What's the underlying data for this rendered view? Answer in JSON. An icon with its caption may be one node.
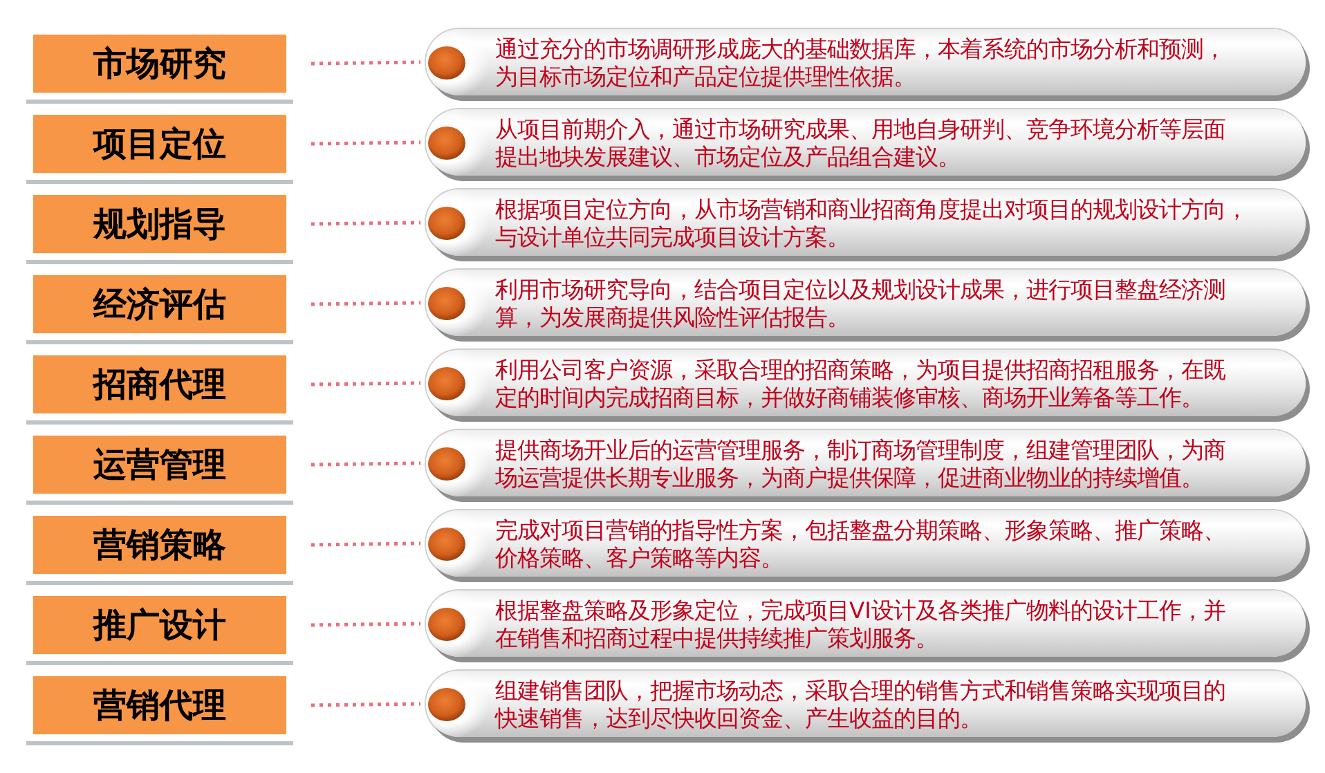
{
  "diagram": {
    "nodes": [
      {
        "text": [
          "市场研究"
        ]
      },
      {
        "text": [
          "通过充分的市场调研形成庞大的基础数据库，本着系统的市场分析和预测，为目标市场定位和产品定位提供理性依据。"
        ]
      },
      {
        "text": [
          "项目定位"
        ]
      },
      {
        "text": [
          "从项目前期介入，通过市场研究成果、用地自身研判、竞争环境分析等层面提出地块发展建议、市场定位及产品组合建议。"
        ]
      },
      {
        "text": [
          "规划指导"
        ]
      },
      {
        "text": [
          "根据项目定位方向，从市场营销和商业招商角度提出对项目的规划设计方向，与设计单位共同完成项目设计方案。"
        ]
      },
      {
        "text": [
          "经济评估"
        ]
      },
      {
        "text": [
          "利用市场研究导向，结合项目定位以及规划设计成果，进行项目整盘经济测算，为发展商提供风险性评估报告。"
        ]
      },
      {
        "text": [
          "招商代理"
        ]
      },
      {
        "text": [
          "利用公司客户资源，采取合理的招商策略，为项目提供招商招租服务，在既定的时间内完成招商目标，并做好商铺装修审核、商场开业筹备等工作。"
        ]
      },
      {
        "text": [
          "运营管理"
        ]
      },
      {
        "text": [
          "提供商场开业后的运营管理服务，制订商场管理制度，组建管理团队，为商场运营提供长期专业服务，为商户提供保障，促进商业物业的持续增值。"
        ]
      },
      {
        "text": [
          "营销策略"
        ]
      },
      {
        "text": [
          "完成对项目营销的指导性方案，包括整盘分期策略、形象策略、推广策略、价格策略、客户策略等内容。"
        ]
      },
      {
        "text": [
          "推广设计"
        ]
      },
      {
        "text": [
          "根据整盘策略及形象定位，完成项目VI设计及各类推广物料的设计工作，并在销售和招商过程中提供持续推广策划服务。"
        ]
      },
      {
        "text": [
          "营销代理"
        ]
      },
      {
        "text": [
          "组建销售团队，把握市场动态，采取合理的销售方式和销售策略实现项目的快速销售，达到尽快收回资金、产生收益的目的。"
        ]
      }
    ],
    "edges": [
      {
        "from": 0,
        "to": 1,
        "arrow": "none",
        "style": "dashed"
      },
      {
        "from": 2,
        "to": 3,
        "arrow": "none",
        "style": "dashed"
      },
      {
        "from": 4,
        "to": 5,
        "arrow": "none",
        "style": "dashed"
      },
      {
        "from": 6,
        "to": 7,
        "arrow": "none",
        "style": "dashed"
      },
      {
        "from": 8,
        "to": 9,
        "arrow": "none",
        "style": "dashed"
      },
      {
        "from": 10,
        "to": 11,
        "arrow": "none",
        "style": "dashed"
      },
      {
        "from": 12,
        "to": 13,
        "arrow": "none",
        "style": "dashed"
      },
      {
        "from": 14,
        "to": 15,
        "arrow": "none",
        "style": "dashed"
      },
      {
        "from": 16,
        "to": 17,
        "arrow": "none",
        "style": "dashed"
      }
    ]
  }
}
